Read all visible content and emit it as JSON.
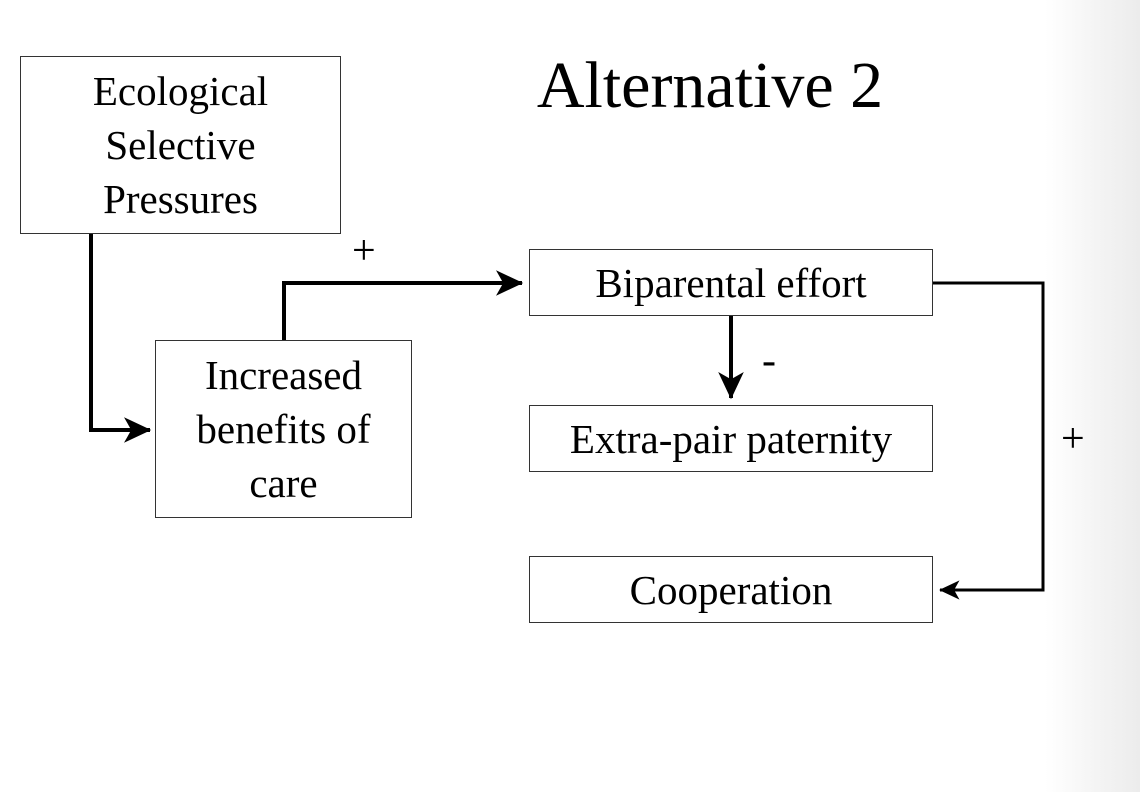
{
  "title": "Alternative 2",
  "boxes": {
    "ecological": "Ecological\nSelective\nPressures",
    "increased_benefits": "Increased\nbenefits of\ncare",
    "biparental_effort": "Biparental effort",
    "extra_pair_paternity": "Extra-pair paternity",
    "cooperation": "Cooperation"
  },
  "signs": {
    "benefits_to_biparental": "+",
    "biparental_to_extrapair": "-",
    "biparental_to_cooperation": "+"
  },
  "colors": {
    "line": "#000000",
    "box_border": "#333333",
    "background": "#ffffff"
  }
}
